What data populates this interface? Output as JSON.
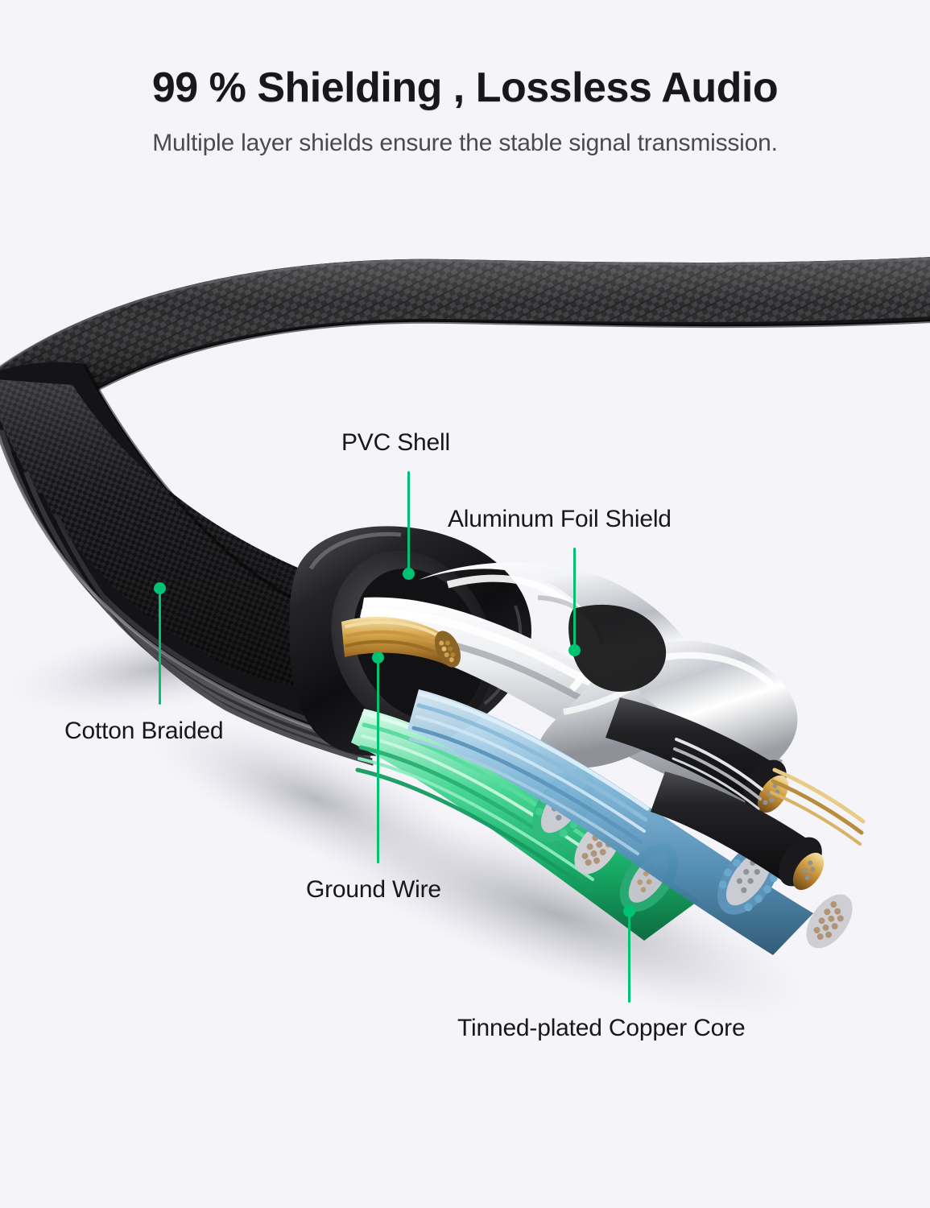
{
  "header": {
    "title": "99 % Shielding , Lossless Audio",
    "subtitle": "Multiple layer shields ensure the stable signal transmission."
  },
  "colors": {
    "background": "#f5f4f9",
    "callout_accent": "#00c273",
    "title_text": "#17181a",
    "subtitle_text": "#4a4a4f",
    "braid_black": "#1a1a1c",
    "foil_silver": "#e8e9ec",
    "wire_green": "#3fcf8e",
    "wire_blue": "#6aa9cf",
    "copper_gold": "#c8963c",
    "tinned_silver": "#c9cbd0"
  },
  "callouts": [
    {
      "id": "pvc",
      "label": "PVC Shell"
    },
    {
      "id": "alu",
      "label": "Aluminum Foil Shield"
    },
    {
      "id": "cotton",
      "label": "Cotton Braided"
    },
    {
      "id": "ground",
      "label": "Ground Wire"
    },
    {
      "id": "tinned",
      "label": "Tinned-plated Copper Core"
    }
  ],
  "product": {
    "type": "braided-audio-cable-cutaway",
    "layers": [
      "Cotton Braided outer sleeve",
      "PVC Shell",
      "Aluminum Foil Shield",
      "Ground Wire",
      "Tinned-plated Copper Core"
    ]
  }
}
